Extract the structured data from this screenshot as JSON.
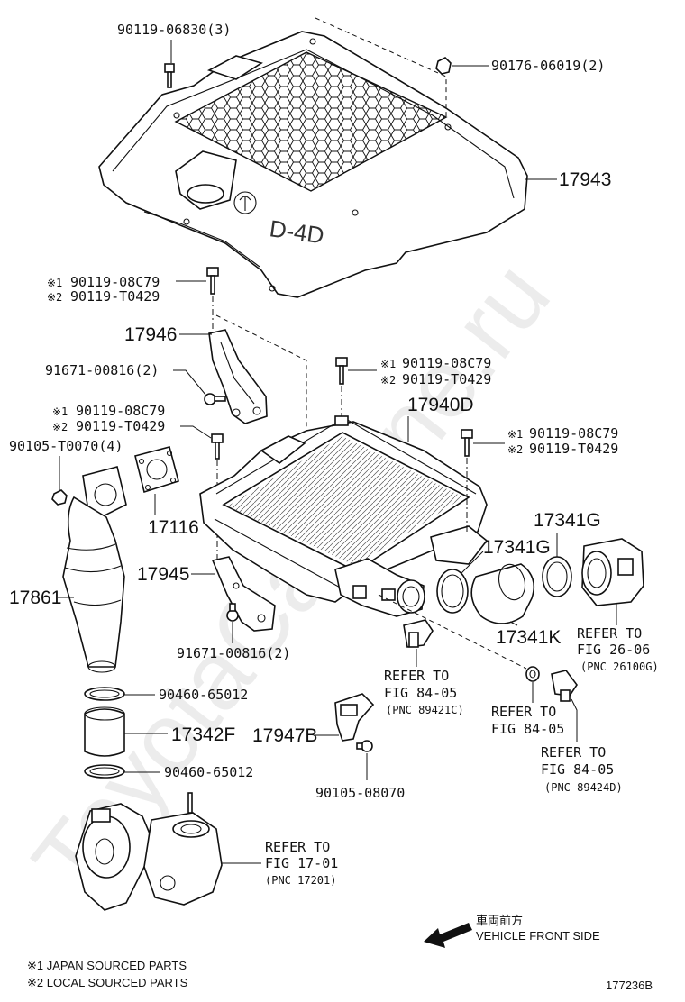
{
  "watermark": "ToyotaCarMine.ru",
  "labels": {
    "bolt_top_cover": "90119-06830(3)",
    "nut_top_cover": "90176-06019(2)",
    "engine_cover": "17943",
    "bolt_bracket_jp": "90119-08C79",
    "bolt_bracket_local": "90119-T0429",
    "bracket_upper": "17946",
    "bolt_bracket_upper": "91671-00816(2)",
    "bolt_left_jp": "90119-08C79",
    "bolt_left_local": "90119-T0429",
    "nut_flange": "90105-T0070(4)",
    "gasket": "17116",
    "pipe": "17861",
    "bracket_lower": "17945",
    "bolt_bracket_lower": "91671-00816(2)",
    "clamp_upper": "90460-65012",
    "hose": "17342F",
    "clamp_lower": "90460-65012",
    "bolt_center_jp": "90119-08C79",
    "bolt_center_local": "90119-T0429",
    "intercooler": "17940D",
    "bolt_right_jp": "90119-08C79",
    "bolt_right_local": "90119-T0429",
    "clamp_g_right": "17341G",
    "clamp_g_left": "17341G",
    "hose_k": "17341K",
    "bracket_b": "17947B",
    "bolt_bracket_b": "90105-08070"
  },
  "marks": {
    "jp": "※1",
    "local": "※2"
  },
  "refs": [
    {
      "line1": "REFER TO",
      "line2": "FIG 26-06",
      "line3": "(PNC 26100G)"
    },
    {
      "line1": "REFER TO",
      "line2": "FIG 84-05",
      "line3": "(PNC 89421C)"
    },
    {
      "line1": "REFER TO",
      "line2": "FIG 84-05",
      "line3": ""
    },
    {
      "line1": "REFER TO",
      "line2": "FIG 84-05",
      "line3": "(PNC 89424D)"
    },
    {
      "line1": "REFER TO",
      "line2": "FIG 17-01",
      "line3": "(PNC 17201)"
    }
  ],
  "direction": {
    "jp_text": "車両前方",
    "en_text": "VEHICLE FRONT SIDE"
  },
  "footnotes": {
    "note1": "※1 JAPAN SOURCED PARTS",
    "note2": "※2 LOCAL SOURCED PARTS"
  },
  "figure_id": "177236B"
}
